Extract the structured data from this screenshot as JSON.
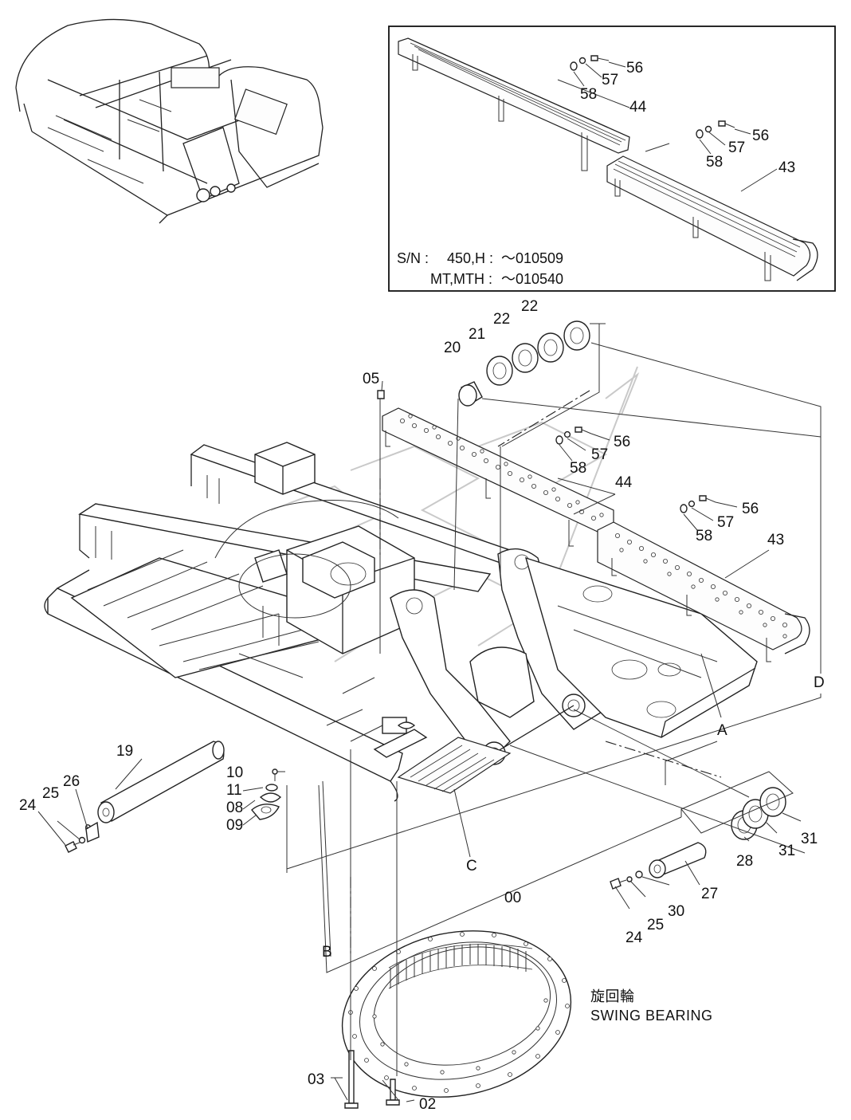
{
  "labels": {
    "p56a": "56",
    "p57a": "57",
    "p58a": "58",
    "p44a": "44",
    "p56b": "56",
    "p57b": "57",
    "p58b": "58",
    "p43a": "43",
    "p22a": "22",
    "p22b": "22",
    "p21": "21",
    "p20": "20",
    "p05": "05",
    "p56c": "56",
    "p57c": "57",
    "p58c": "58",
    "p44b": "44",
    "p56d": "56",
    "p57d": "57",
    "p58d": "58",
    "p43b": "43",
    "pD": "D",
    "pA": "A",
    "pC": "C",
    "p00": "00",
    "pB": "B",
    "p19": "19",
    "p24a": "24",
    "p25a": "25",
    "p26": "26",
    "p10": "10",
    "p11": "11",
    "p08": "08",
    "p09": "09",
    "p28": "28",
    "p31a": "31",
    "p31b": "31",
    "p27": "27",
    "p30": "30",
    "p25b": "25",
    "p24b": "24",
    "p03": "03",
    "p02": "02"
  },
  "serial_note": {
    "line1_prefix": "S/N :",
    "line1_model": "450,H :",
    "line1_range": "～010509",
    "line2_model": "MT,MTH :",
    "line2_range": "～010540"
  },
  "caption": {
    "japanese": "旋回輪",
    "english": "SWING BEARING"
  }
}
